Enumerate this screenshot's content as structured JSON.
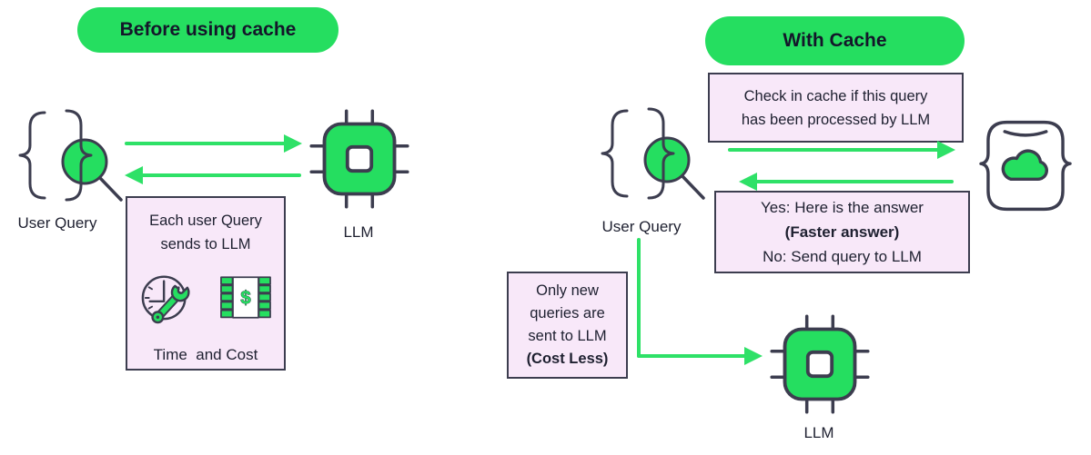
{
  "colors": {
    "green": "#25DE60",
    "arrow": "#2EE167",
    "pink": "#F8E8F9",
    "ink": "#1E2030",
    "line": "#3C3D4F"
  },
  "left": {
    "title": "Before using cache",
    "user_query_label": "User Query",
    "llm_label": "LLM",
    "info_box": {
      "line1": "Each user Query",
      "line2": "sends to LLM",
      "caption": "Time  and Cost"
    }
  },
  "right": {
    "title": "With Cache",
    "check_box": {
      "line1": "Check in cache if this query",
      "line2": "has been processed by LLM"
    },
    "user_query_label": "User Query",
    "answer_box": {
      "line1": "Yes: Here is the answer",
      "line2": "(Faster answer)",
      "line3": "No: Send query to LLM"
    },
    "new_queries_box": {
      "line1": "Only new",
      "line2": "queries are",
      "line3": "sent to LLM",
      "line4": "(Cost Less)"
    },
    "llm_label": "LLM"
  },
  "icons": {
    "user_query": "magnifier-with-braces-icon",
    "llm": "chip-icon",
    "cache": "cloud-cache-icon",
    "time": "gauge-wrench-icon",
    "cost": "money-stack-icon"
  },
  "money_symbol": "$"
}
